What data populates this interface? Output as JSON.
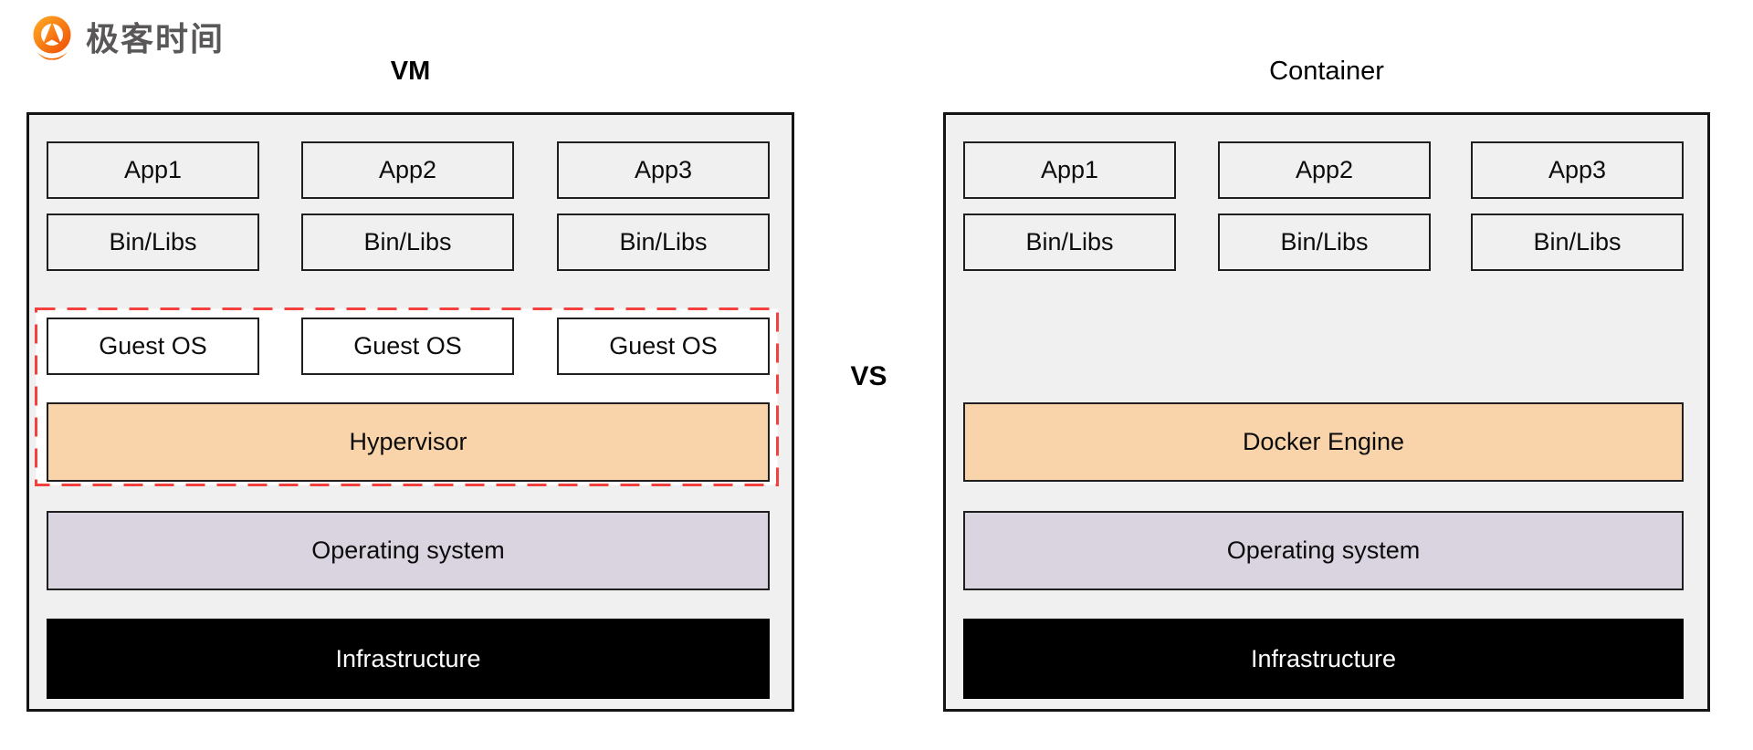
{
  "logo": {
    "brand_text": "极客时间",
    "mark": "geektime-pin-icon"
  },
  "colors": {
    "panel_bg": "#f0f0f0",
    "peach": "#f9d3aa",
    "lavender": "#dad4e0",
    "infra_black": "#000000",
    "dashed_red": "#f54040",
    "logo_orange": "#f47a20",
    "brand_gray": "#595757"
  },
  "vs_label": "VS",
  "vm": {
    "title": "VM",
    "apps": [
      "App1",
      "App2",
      "App3"
    ],
    "binlibs": [
      "Bin/Libs",
      "Bin/Libs",
      "Bin/Libs"
    ],
    "guest_os": [
      "Guest OS",
      "Guest OS",
      "Guest OS"
    ],
    "hypervisor": "Hypervisor",
    "os": "Operating system",
    "infrastructure": "Infrastructure"
  },
  "container": {
    "title": "Container",
    "apps": [
      "App1",
      "App2",
      "App3"
    ],
    "binlibs": [
      "Bin/Libs",
      "Bin/Libs",
      "Bin/Libs"
    ],
    "engine": "Docker Engine",
    "os": "Operating system",
    "infrastructure": "Infrastructure"
  }
}
